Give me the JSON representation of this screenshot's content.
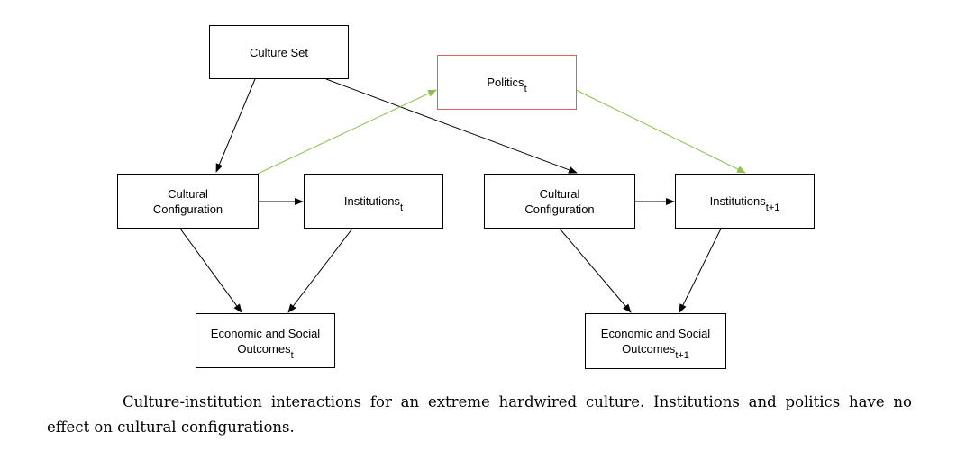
{
  "nodes": {
    "culture_set": {
      "label": "Culture Set"
    },
    "politics": {
      "label": "Politics",
      "sub": "t"
    },
    "cultural_config_1": {
      "line1": "Cultural",
      "line2": "Configuration"
    },
    "institutions_1": {
      "label": "Institutions",
      "sub": "t"
    },
    "cultural_config_2": {
      "line1": "Cultural",
      "line2": "Configuration"
    },
    "institutions_2": {
      "label": "Institutions",
      "sub": "t+1"
    },
    "outcomes_1": {
      "line1": "Economic and Social",
      "line2": "Outcomes",
      "sub": "t"
    },
    "outcomes_2": {
      "line1": "Economic and Social",
      "line2": "Outcomes",
      "sub": "t+1"
    }
  },
  "colors": {
    "box_border": "#000000",
    "politics_border": "#e06060",
    "arrow_black": "#000000",
    "arrow_green": "#8cc04b"
  },
  "caption": "Culture-institution interactions for an extreme hardwired culture. Institutions and politics have no effect on cultural configurations."
}
